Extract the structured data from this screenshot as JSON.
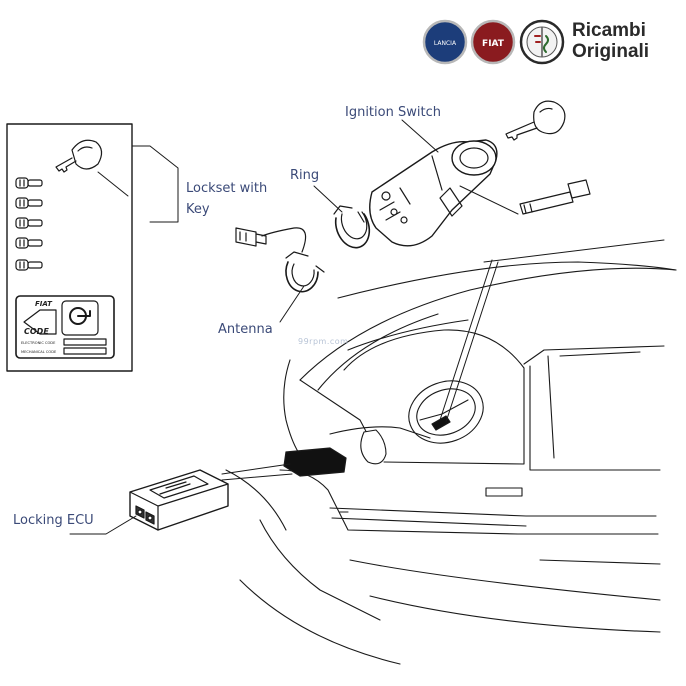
{
  "brand": {
    "line1": "Ricambi",
    "line2": "Originali",
    "logos": [
      "LANCIA",
      "FIAT",
      "ALFA ROMEO"
    ]
  },
  "labels": {
    "ignition_switch": "Ignition Switch",
    "ring": "Ring",
    "lockset_line1": "Lockset with",
    "lockset_line2": "Key",
    "antenna": "Antenna",
    "locking_ecu": "Locking ECU"
  },
  "code_card": {
    "brand": "FIAT",
    "code": "CODE",
    "electronic": "ELECTRONIC CODE",
    "mechanical": "MECHANICAL CODE"
  },
  "watermark": "99rpm.com"
}
